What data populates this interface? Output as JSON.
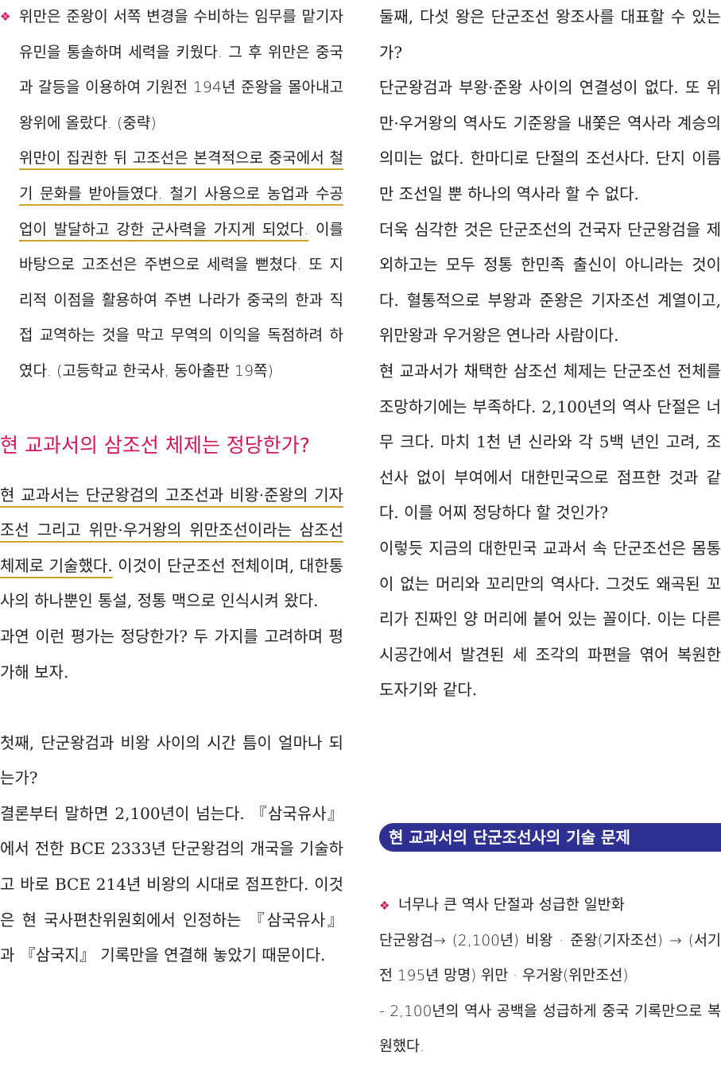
{
  "left": {
    "intro_bullet": {
      "p1": "위만은 준왕이 서쪽 변경을 수비하는 임무를 맡기자 유민을 통솔하며 세력을 키웠다. 그 후 위만은 중국과 갈등을 이용하여 기원전 194년 준왕을 몰아내고 왕위에 올랐다. (중략)",
      "underlined": "위만이 집권한 뒤 고조선은 본격적으로 중국에서 철기 문화를 받아들였다. 철기 사용으로 농업과 수공업이 발달하고 강한 군사력을 가지게 되었다.",
      "rest": " 이를 바탕으로 고조선은 주변으로 세력을 뻗쳤다. 또 지리적 이점을 활용하여 주변 나라가 중국의 한과 직접 교역하는 것을 막고 무역의 이익을 독점하려 하였다. (고등학교 한국사, 동아출판 19쪽)"
    },
    "heading": "현 교과서의 삼조선 체제는 정당한가?",
    "p_intro_underlined": "현 교과서는 단군왕검의 고조선과 비왕·준왕의 기자조선 그리고 위만·우거왕의 위만조선이라는 삼조선 체제로 기술했다.",
    "p_intro_rest": " 이것이 단군조선 전체이며, 대한통사의 하나뿐인 통설, 정통 맥으로 인식시켜 왔다.",
    "p_question": "과연 이런 평가는 정당한가? 두 가지를 고려하며 평가해 보자.",
    "p_first_q": "첫째, 단군왕검과 비왕 사이의 시간 틈이 얼마나 되는가?",
    "p_first_a": "결론부터 말하면 2,100년이 넘는다. 『삼국유사』에서 전한 BCE 2333년 단군왕검의 개국을 기술하고 바로 BCE 214년 비왕의 시대로 점프한다. 이것은 현 국사편찬위원회에서 인정하는 『삼국유사』과 『삼국지』 기록만을 연결해 놓았기 때문이다."
  },
  "right": {
    "p_second_q": "둘째, 다섯 왕은 단군조선 왕조사를 대표할 수 있는가?",
    "p_second_a": "단군왕검과 부왕·준왕 사이의 연결성이 없다. 또 위만·우거왕의 역사도 기준왕을 내쫓은 역사라 계승의 의미는 없다. 한마디로 단절의 조선사다. 단지 이름만 조선일 뿐 하나의 역사라 할 수 없다.",
    "p_serious": "더욱 심각한 것은 단군조선의 건국자 단군왕검을 제외하고는 모두 정통 한민족 출신이 아니라는 것이다. 혈통적으로 부왕과 준왕은 기자조선 계열이고, 위만왕과 우거왕은 연나라 사람이다.",
    "p_textbook": "현 교과서가 채택한 삼조선 체제는 단군조선 전체를 조망하기에는 부족하다. 2,100년의 역사 단절은 너무 크다. 마치 1천 년 신라와 각 5백 년인 고려, 조선사 없이 부여에서 대한민국으로 점프한 것과 같다. 이를 어찌 정당하다 할 것인가?",
    "p_conclusion": "이렇듯 지금의 대한민국 교과서 속 단군조선은 몸통이 없는 머리와 꼬리만의 역사다. 그것도 왜곡된 꼬리가 진짜인 양 머리에 붙어 있는 꼴이다. 이는 다른 시공간에서 발견된 세 조각의 파편을 엮어 복원한 도자기와 같다.",
    "box_title": "현 교과서의 단군조선사의 기술 문제",
    "box_bullet_title": "너무나 큰 역사 단절과 성급한 일반화",
    "box_line1": "단군왕검→ (2,100년) 비왕 · 준왕(기자조선) → (서기전 195년 망명) 위만 · 우거왕(위만조선)",
    "box_line2": "- 2,100년의 역사 공백을 성급하게 중국 기록만으로 복원했다."
  },
  "colors": {
    "accent_pink": "#d2145a",
    "box_navy": "#2e3192",
    "underline_gold": "#c9a227"
  },
  "icons": {
    "bullet": "diamond-bullet-icon"
  }
}
